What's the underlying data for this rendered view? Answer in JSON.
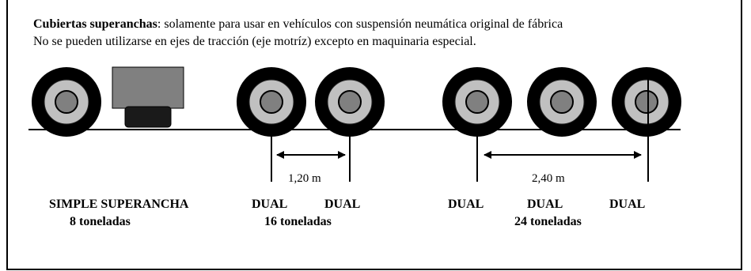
{
  "note": {
    "term": "Cubiertas superanchas",
    "line1_rest": ": solamente para usar en vehículos con suspensión neumática original de fábrica",
    "line2": "No se pueden utilizarse en ejes de tracción (eje motríz) excepto en maquinaria especial."
  },
  "measurements": {
    "dual_spacing": "1,20 m",
    "triple_spacing": "2,40 m"
  },
  "groups": {
    "simple": {
      "type": "SIMPLE SUPERANCHA",
      "weight": "8 toneladas"
    },
    "tandem": {
      "types": [
        "DUAL",
        "DUAL"
      ],
      "weight": "16  toneladas"
    },
    "tridem": {
      "types": [
        "DUAL",
        "DUAL",
        "DUAL"
      ],
      "weight": "24  toneladas"
    }
  },
  "colors": {
    "tire": "#000000",
    "rim": "#c0c0c0",
    "hub": "#808080",
    "body": "#808080",
    "line": "#000000"
  }
}
